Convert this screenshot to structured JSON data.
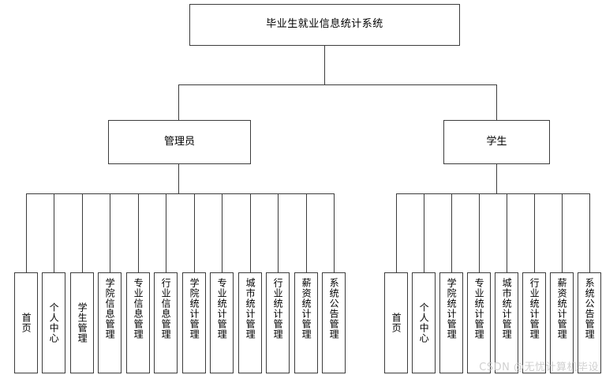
{
  "diagram": {
    "type": "organization-tree",
    "title": "毕业生就业信息统计系统",
    "root": {
      "label": "毕业生就业信息统计系统"
    },
    "branches": [
      {
        "label": "管理员",
        "leaves": [
          "首页",
          "个人中心",
          "学生管理",
          "学院信息管理",
          "专业信息管理",
          "行业信息管理",
          "学院统计管理",
          "专业统计管理",
          "城市统计管理",
          "行业统计管理",
          "薪资统计管理",
          "系统公告管理"
        ]
      },
      {
        "label": "学生",
        "leaves": [
          "首页",
          "个人中心",
          "学院统计管理",
          "专业统计管理",
          "城市统计管理",
          "行业统计管理",
          "薪资统计管理",
          "系统公告管理"
        ]
      }
    ]
  },
  "watermark": {
    "text": "CSDN @无忧计算机毕设"
  },
  "colors": {
    "border": "#3c3c3c",
    "background": "#ffffff",
    "text": "#000000",
    "watermark": "#c8c8c8"
  }
}
